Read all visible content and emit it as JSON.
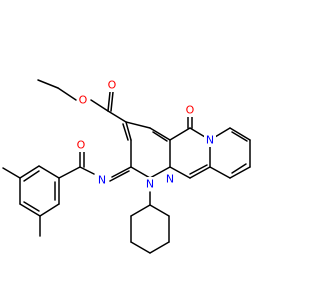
{
  "colors": {
    "bond": "#000000",
    "oxygen": "#ff0000",
    "nitrogen": "#0000ff",
    "background": "#ffffff"
  },
  "atoms": {
    "o_ester_alkoxy": "O",
    "o_ester_carbonyl": "O",
    "o_ketone": "O",
    "o_amide": "O",
    "n_pyridinium": "N",
    "n_pyrimidine": "N",
    "n_imine": "N",
    "n_cyclohexyl": "N"
  }
}
